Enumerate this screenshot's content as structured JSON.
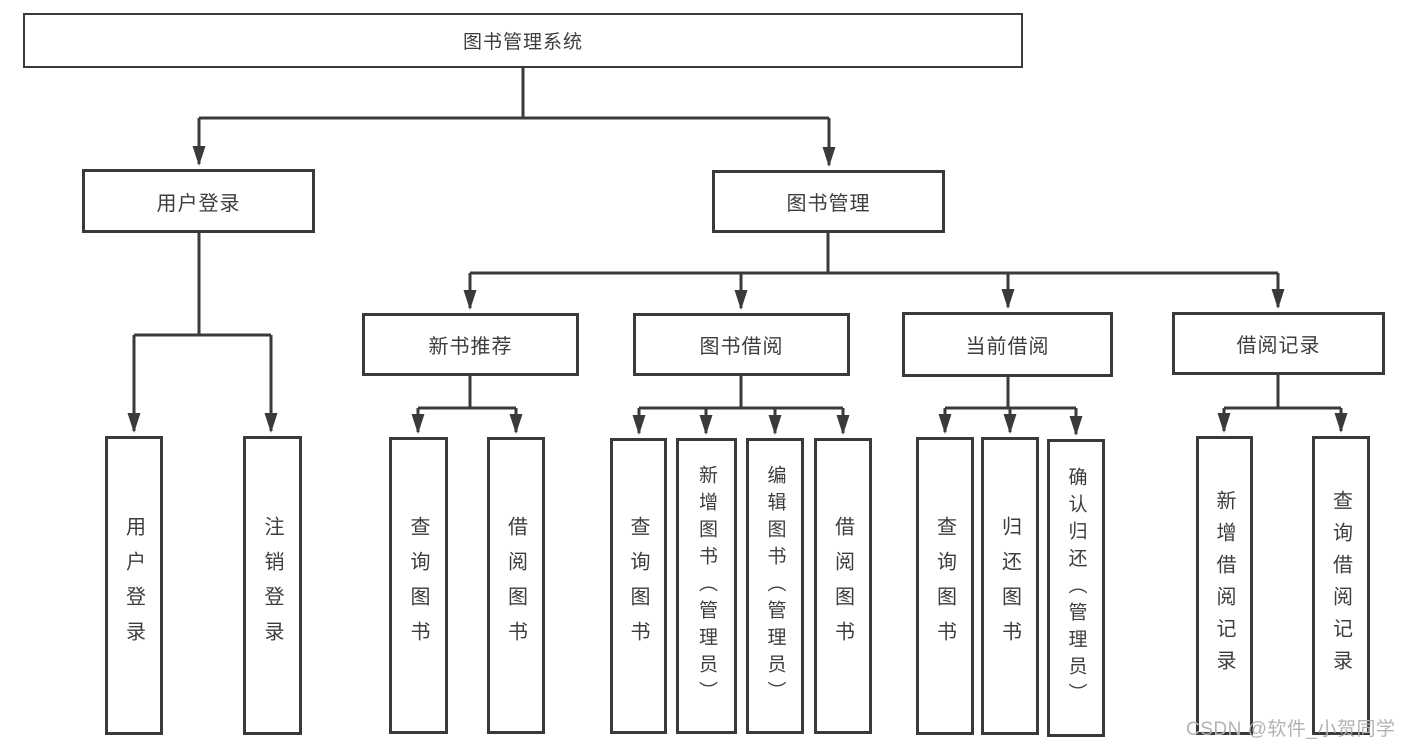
{
  "diagram": {
    "root": {
      "label": "图书管理系统"
    },
    "level2": [
      {
        "label": "用户登录"
      },
      {
        "label": "图书管理"
      }
    ],
    "level3": [
      {
        "label": "新书推荐"
      },
      {
        "label": "图书借阅"
      },
      {
        "label": "当前借阅"
      },
      {
        "label": "借阅记录"
      }
    ],
    "leaves": {
      "user_login": [
        {
          "label": "用户登录"
        },
        {
          "label": "注销登录"
        }
      ],
      "new_book": [
        {
          "label": "查询图书"
        },
        {
          "label": "借阅图书"
        }
      ],
      "book_borrow": [
        {
          "label": "查询图书"
        },
        {
          "label": "新增图书（管理员）"
        },
        {
          "label": "编辑图书（管理员）"
        },
        {
          "label": "借阅图书"
        }
      ],
      "current_borrow": [
        {
          "label": "查询图书"
        },
        {
          "label": "归还图书"
        },
        {
          "label": "确认归还（管理员）"
        }
      ],
      "borrow_record": [
        {
          "label": "新增借阅记录"
        },
        {
          "label": "查询借阅记录"
        }
      ]
    }
  },
  "watermark": {
    "text": "CSDN @软件_小贺同学"
  },
  "colors": {
    "line": "#3a3a3a",
    "text": "#3d3d3d",
    "background": "#ffffff",
    "watermark": "#b3b3b3"
  }
}
